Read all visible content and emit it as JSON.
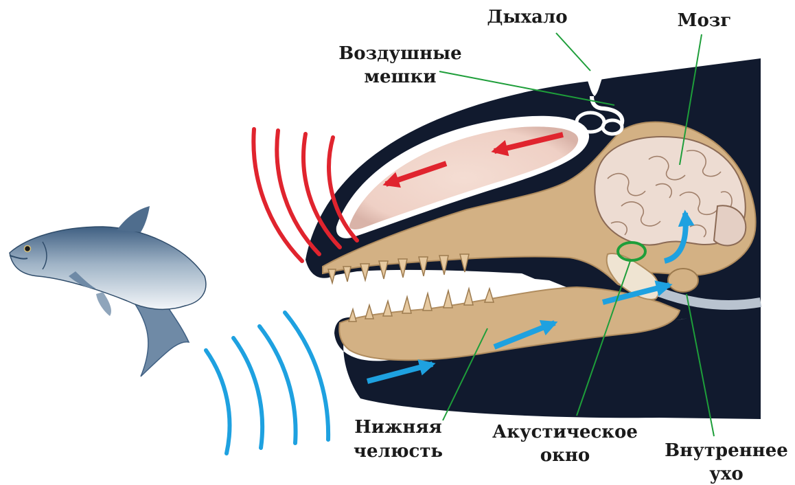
{
  "labels": {
    "blowhole": "Дыхало",
    "brain": "Мозг",
    "air_sacs_line1": "Воздушные",
    "air_sacs_line2": "мешки",
    "lower_jaw_line1": "Нижняя",
    "lower_jaw_line2": "челюсть",
    "acoustic_window_line1": "Акустическое",
    "acoustic_window_line2": "окно",
    "inner_ear_line1": "Внутреннее",
    "inner_ear_line2": "ухо"
  },
  "colors": {
    "head": "#111a2e",
    "bone": "#d3b184",
    "bone_edge": "#b08c5e",
    "air_sac": "#f1d6cc",
    "emitted_wave": "#e0242e",
    "received_wave": "#1ea1e0",
    "leader_line": "#1e9e3a",
    "brain": "#eddcd2"
  },
  "icons": {
    "fish": "salmon-icon",
    "brain": "brain-icon"
  }
}
